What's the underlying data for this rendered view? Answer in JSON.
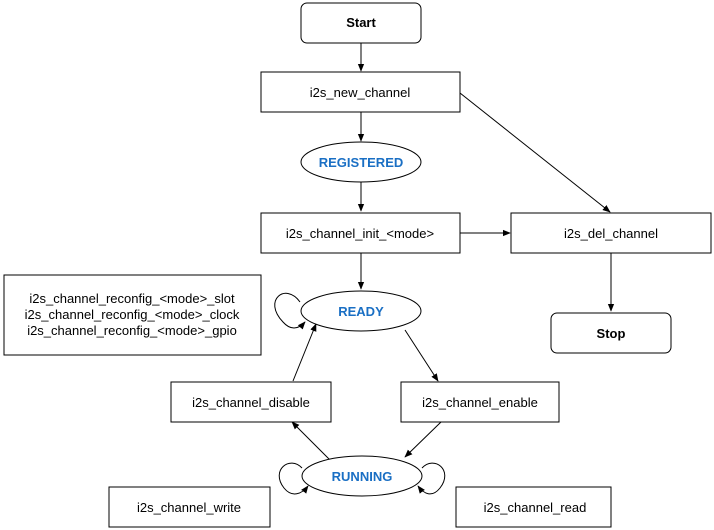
{
  "colors": {
    "state_text": "#1a6fc4",
    "stroke": "#000000",
    "background": "#ffffff"
  },
  "nodes": {
    "start": "Start",
    "new_channel": "i2s_new_channel",
    "registered": "REGISTERED",
    "init_mode": "i2s_channel_init_<mode>",
    "del_channel": "i2s_del_channel",
    "stop": "Stop",
    "ready": "READY",
    "reconfig": [
      "i2s_channel_reconfig_<mode>_slot",
      "i2s_channel_reconfig_<mode>_clock",
      "i2s_channel_reconfig_<mode>_gpio"
    ],
    "disable": "i2s_channel_disable",
    "enable": "i2s_channel_enable",
    "running": "RUNNING",
    "write": "i2s_channel_write",
    "read": "i2s_channel_read"
  }
}
